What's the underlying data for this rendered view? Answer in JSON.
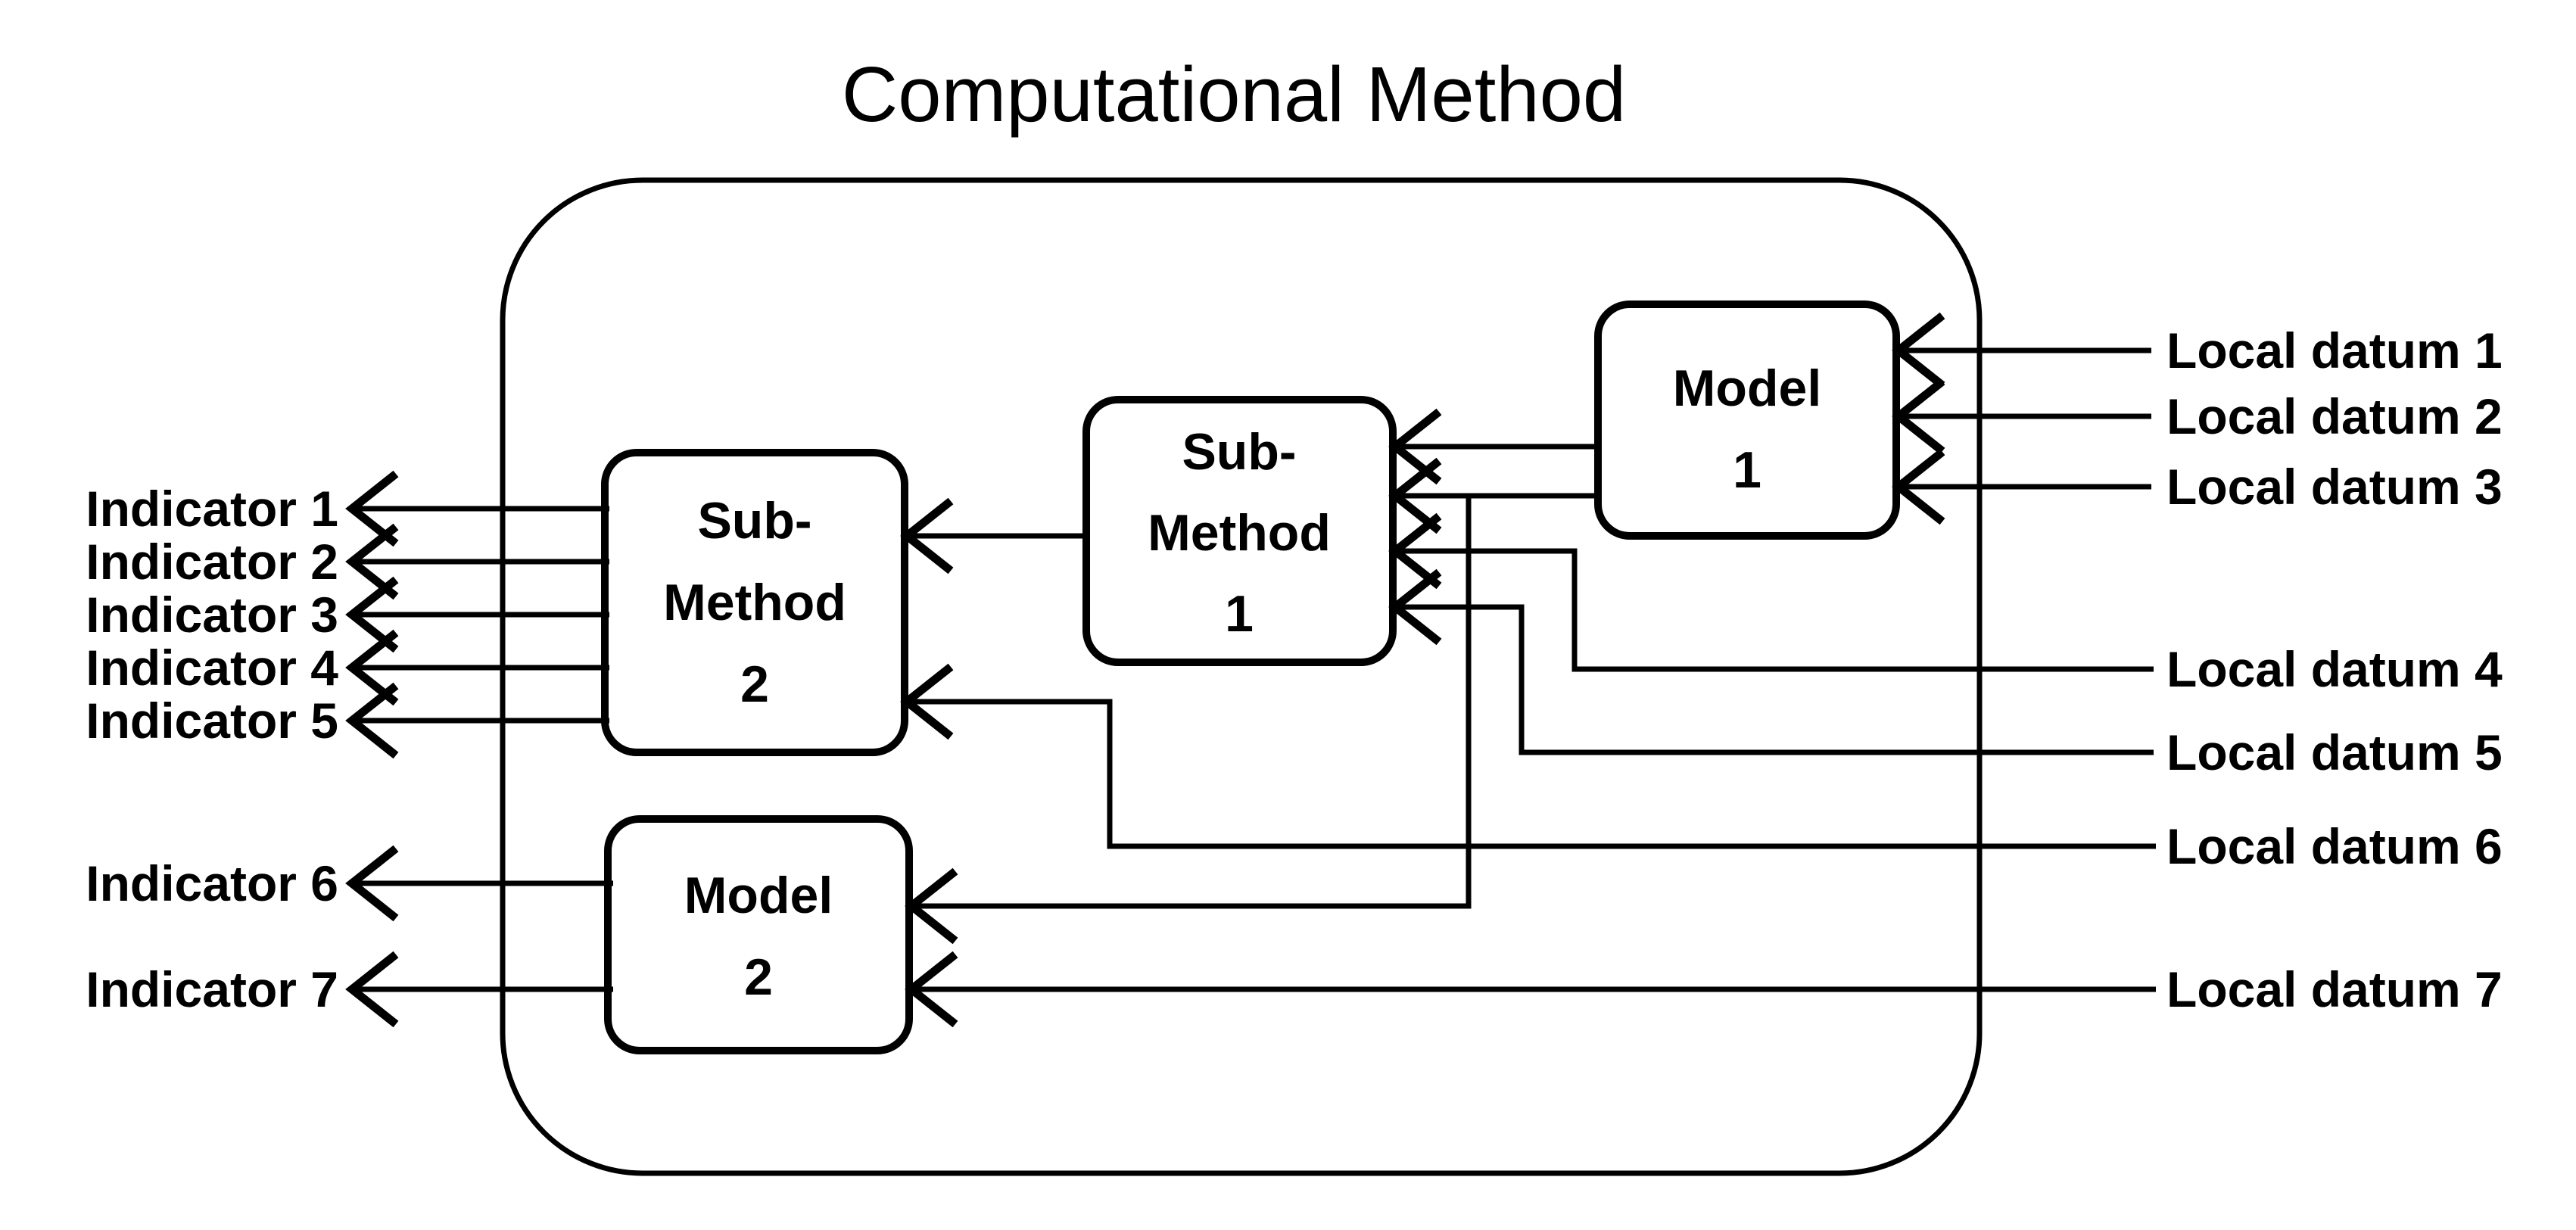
{
  "title": "Computational Method",
  "colors": {
    "ink": "#000000",
    "background": "#ffffff"
  },
  "boxes": {
    "model1": {
      "lines": [
        "Model",
        "1"
      ]
    },
    "sub_method1": {
      "lines": [
        "Sub-",
        "Method",
        "1"
      ]
    },
    "sub_method2": {
      "lines": [
        "Sub-",
        "Method",
        "2"
      ]
    },
    "model2": {
      "lines": [
        "Model",
        "2"
      ]
    }
  },
  "inputs": {
    "items": [
      "Local datum 1",
      "Local datum 2",
      "Local datum 3",
      "Local datum 4",
      "Local datum 5",
      "Local datum 6",
      "Local datum 7"
    ]
  },
  "outputs": {
    "items": [
      "Indicator 1",
      "Indicator 2",
      "Indicator 3",
      "Indicator 4",
      "Indicator 5",
      "Indicator 6",
      "Indicator 7"
    ]
  },
  "connections": [
    {
      "from": "Local datum 1",
      "to": "Model 1"
    },
    {
      "from": "Local datum 2",
      "to": "Model 1"
    },
    {
      "from": "Local datum 3",
      "to": "Model 1"
    },
    {
      "from": "Model 1",
      "to": "Sub-Method 1"
    },
    {
      "from": "Model 1",
      "to": "Sub-Method 1"
    },
    {
      "from": "Model 1",
      "to": "Model 2"
    },
    {
      "from": "Local datum 4",
      "to": "Sub-Method 1"
    },
    {
      "from": "Local datum 5",
      "to": "Sub-Method 1"
    },
    {
      "from": "Sub-Method 1",
      "to": "Sub-Method 2"
    },
    {
      "from": "Local datum 6",
      "to": "Sub-Method 2"
    },
    {
      "from": "Local datum 7",
      "to": "Model 2"
    },
    {
      "from": "Sub-Method 2",
      "to": "Indicator 1"
    },
    {
      "from": "Sub-Method 2",
      "to": "Indicator 2"
    },
    {
      "from": "Sub-Method 2",
      "to": "Indicator 3"
    },
    {
      "from": "Sub-Method 2",
      "to": "Indicator 4"
    },
    {
      "from": "Sub-Method 2",
      "to": "Indicator 5"
    },
    {
      "from": "Model 2",
      "to": "Indicator 6"
    },
    {
      "from": "Model 2",
      "to": "Indicator 7"
    }
  ]
}
